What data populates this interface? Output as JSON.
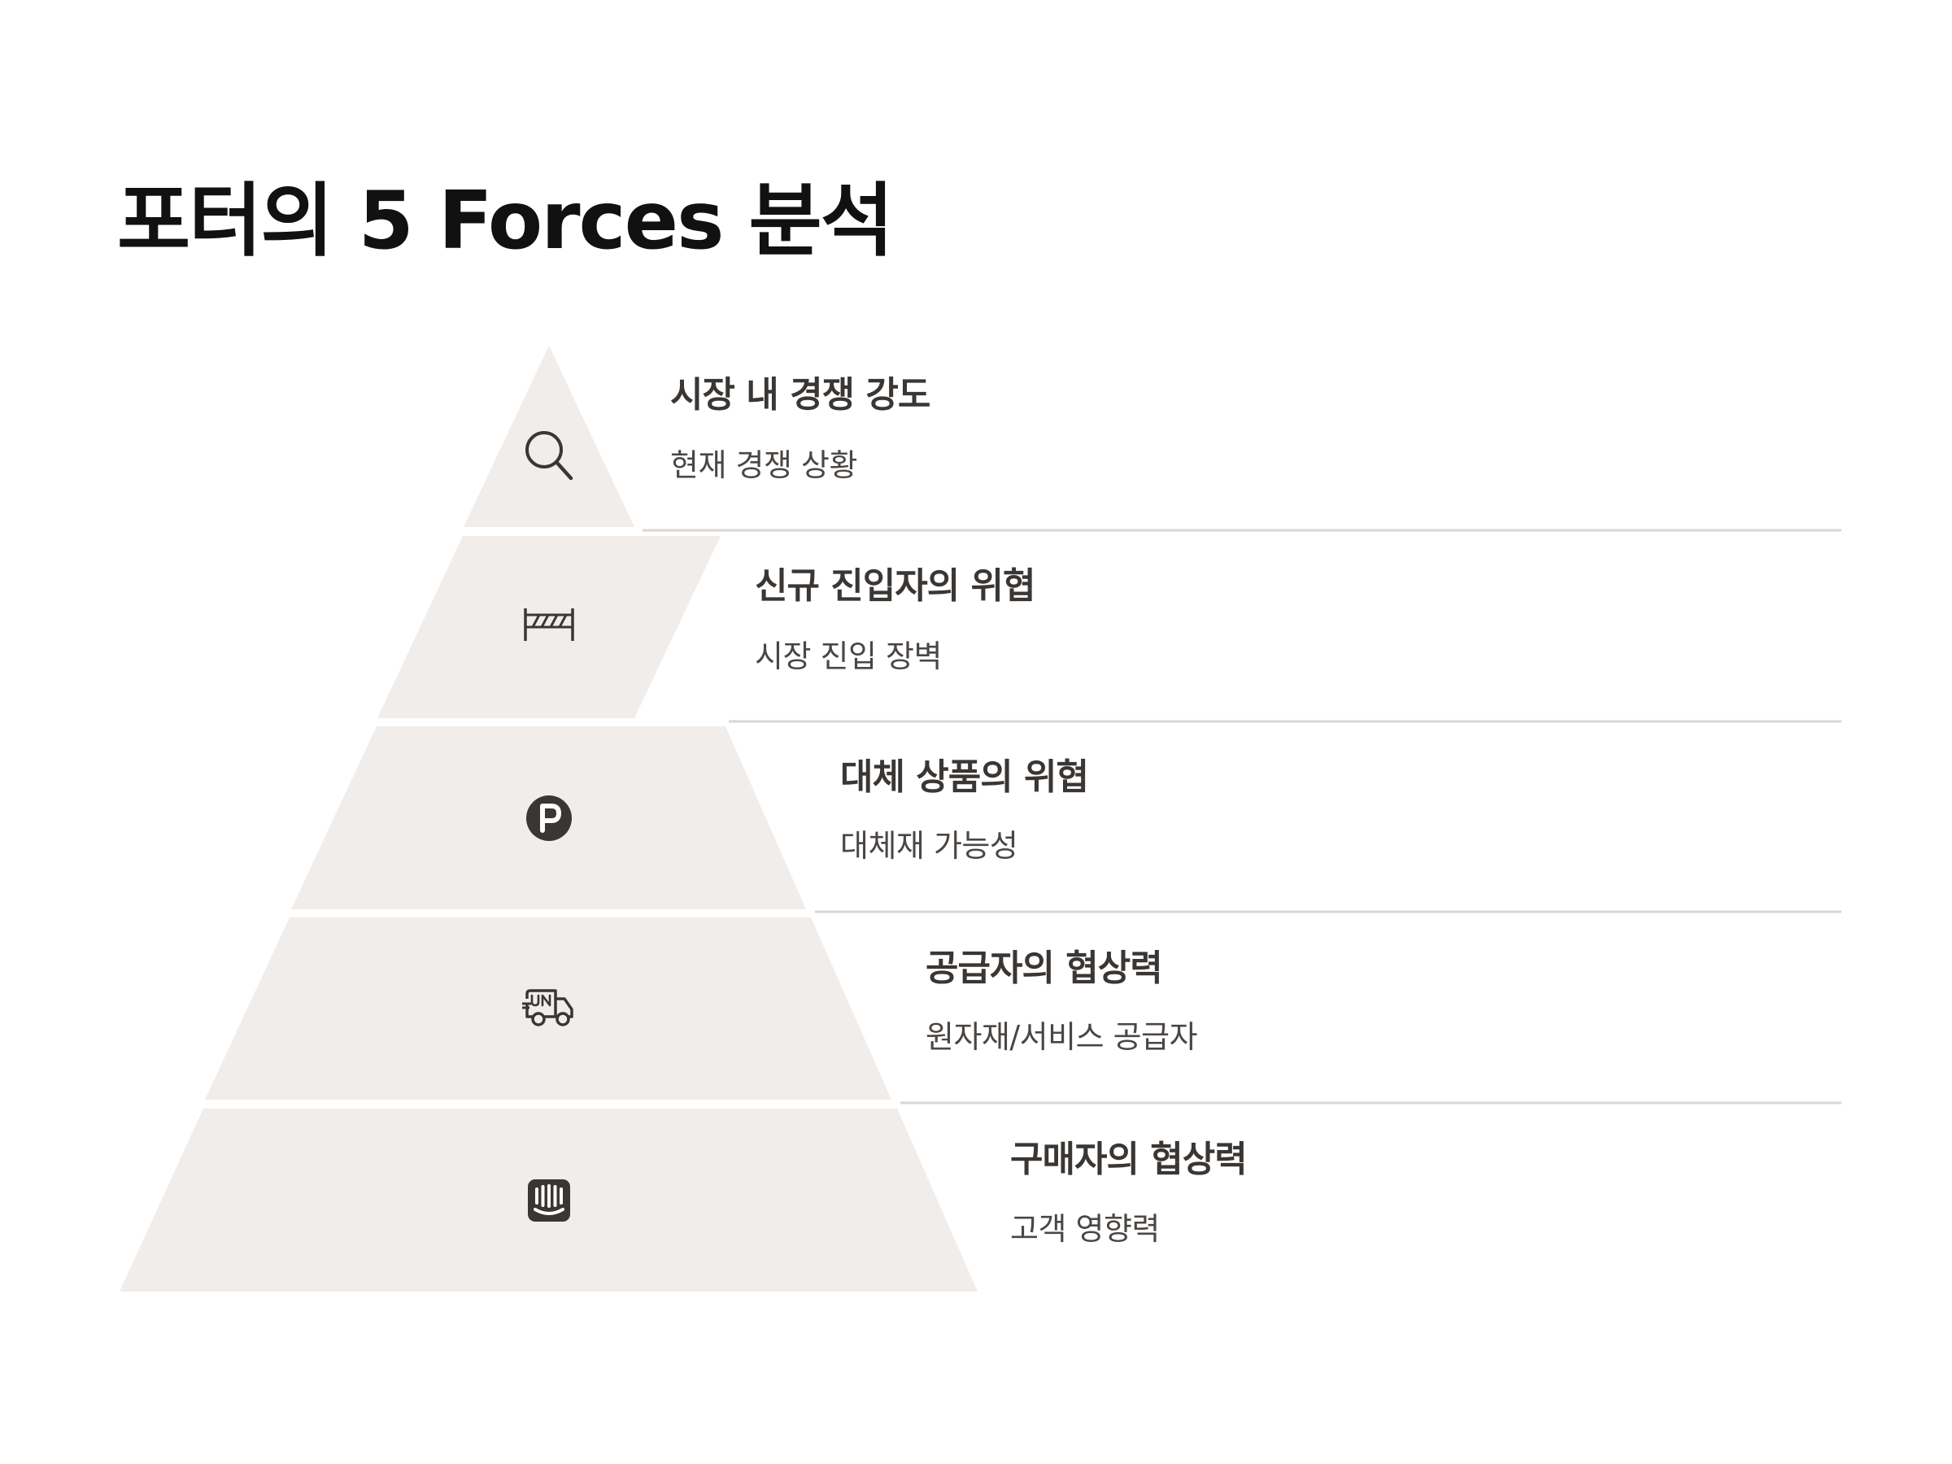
{
  "title": "포터의 5 Forces 분석",
  "colors": {
    "tier_fill": "#f0edeb",
    "divider": "#d9d6d4",
    "icon": "#3a3633",
    "heading": "#3a3633",
    "subtext": "#4a4643"
  },
  "tiers": [
    {
      "heading": "시장 내 경쟁 강도",
      "subtext": "현재 경쟁 상황",
      "icon": "search-icon"
    },
    {
      "heading": "신규 진입자의 위협",
      "subtext": "시장 진입 장벽",
      "icon": "barrier-icon"
    },
    {
      "heading": "대체 상품의 위협",
      "subtext": "대체재 가능성",
      "icon": "p-circle-icon"
    },
    {
      "heading": "공급자의 협상력",
      "subtext": "원자재/서비스 공급자",
      "icon": "truck-icon"
    },
    {
      "heading": "구매자의 협상력",
      "subtext": "고객 영향력",
      "icon": "intercom-icon"
    }
  ]
}
